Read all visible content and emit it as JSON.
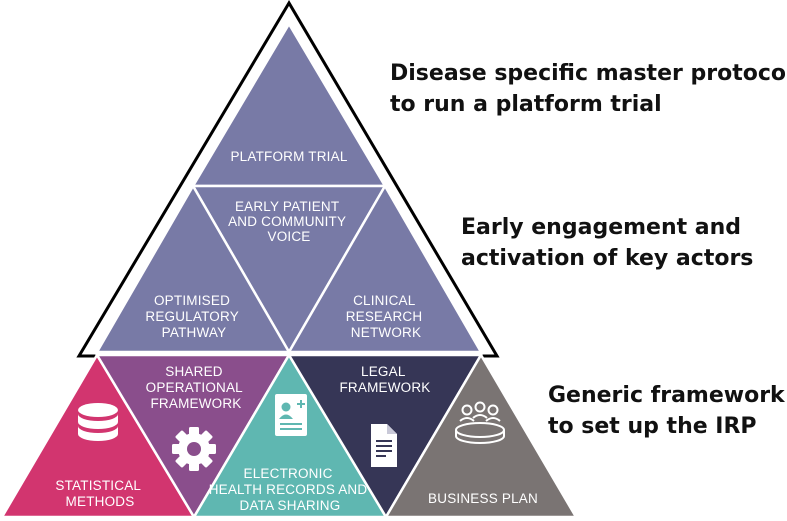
{
  "colors": {
    "top_triangles": "#787aa6",
    "statistical_methods": "#d2356f",
    "shared_operational": "#8a4e8c",
    "electronic_health": "#5fb7b1",
    "legal_framework": "#363656",
    "business_plan": "#7a7473",
    "outline": "#000000"
  },
  "headings": {
    "top": [
      "Disease specific master protocol",
      "to run a platform trial"
    ],
    "middle": [
      "Early engagement and",
      "activation of key actors"
    ],
    "bottom": [
      "Generic framework",
      "to set up the IRP"
    ]
  },
  "upper_pyramid": {
    "platform_trial": [
      "PLATFORM TRIAL"
    ],
    "patient_voice": [
      "EARLY PATIENT",
      "AND COMMUNITY",
      "VOICE"
    ],
    "regulatory": [
      "OPTIMISED",
      "REGULATORY",
      "PATHWAY"
    ],
    "clinical": [
      "CLINICAL",
      "RESEARCH",
      "NETWORK"
    ]
  },
  "lower_band": {
    "statistical": {
      "label": [
        "STATISTICAL",
        "METHODS"
      ],
      "icon": "database-icon"
    },
    "shared": {
      "label": [
        "SHARED",
        "OPERATIONAL",
        "FRAMEWORK"
      ],
      "icon": "gear-icon"
    },
    "electronic": {
      "label": [
        "ELECTRONIC",
        "HEALTH RECORDS AND",
        "DATA SHARING"
      ],
      "icon": "profile-card-add-icon"
    },
    "legal": {
      "label": [
        "LEGAL",
        "FRAMEWORK"
      ],
      "icon": "document-icon"
    },
    "business": {
      "label": [
        "BUSINESS PLAN"
      ],
      "icon": "meeting-table-icon"
    }
  }
}
